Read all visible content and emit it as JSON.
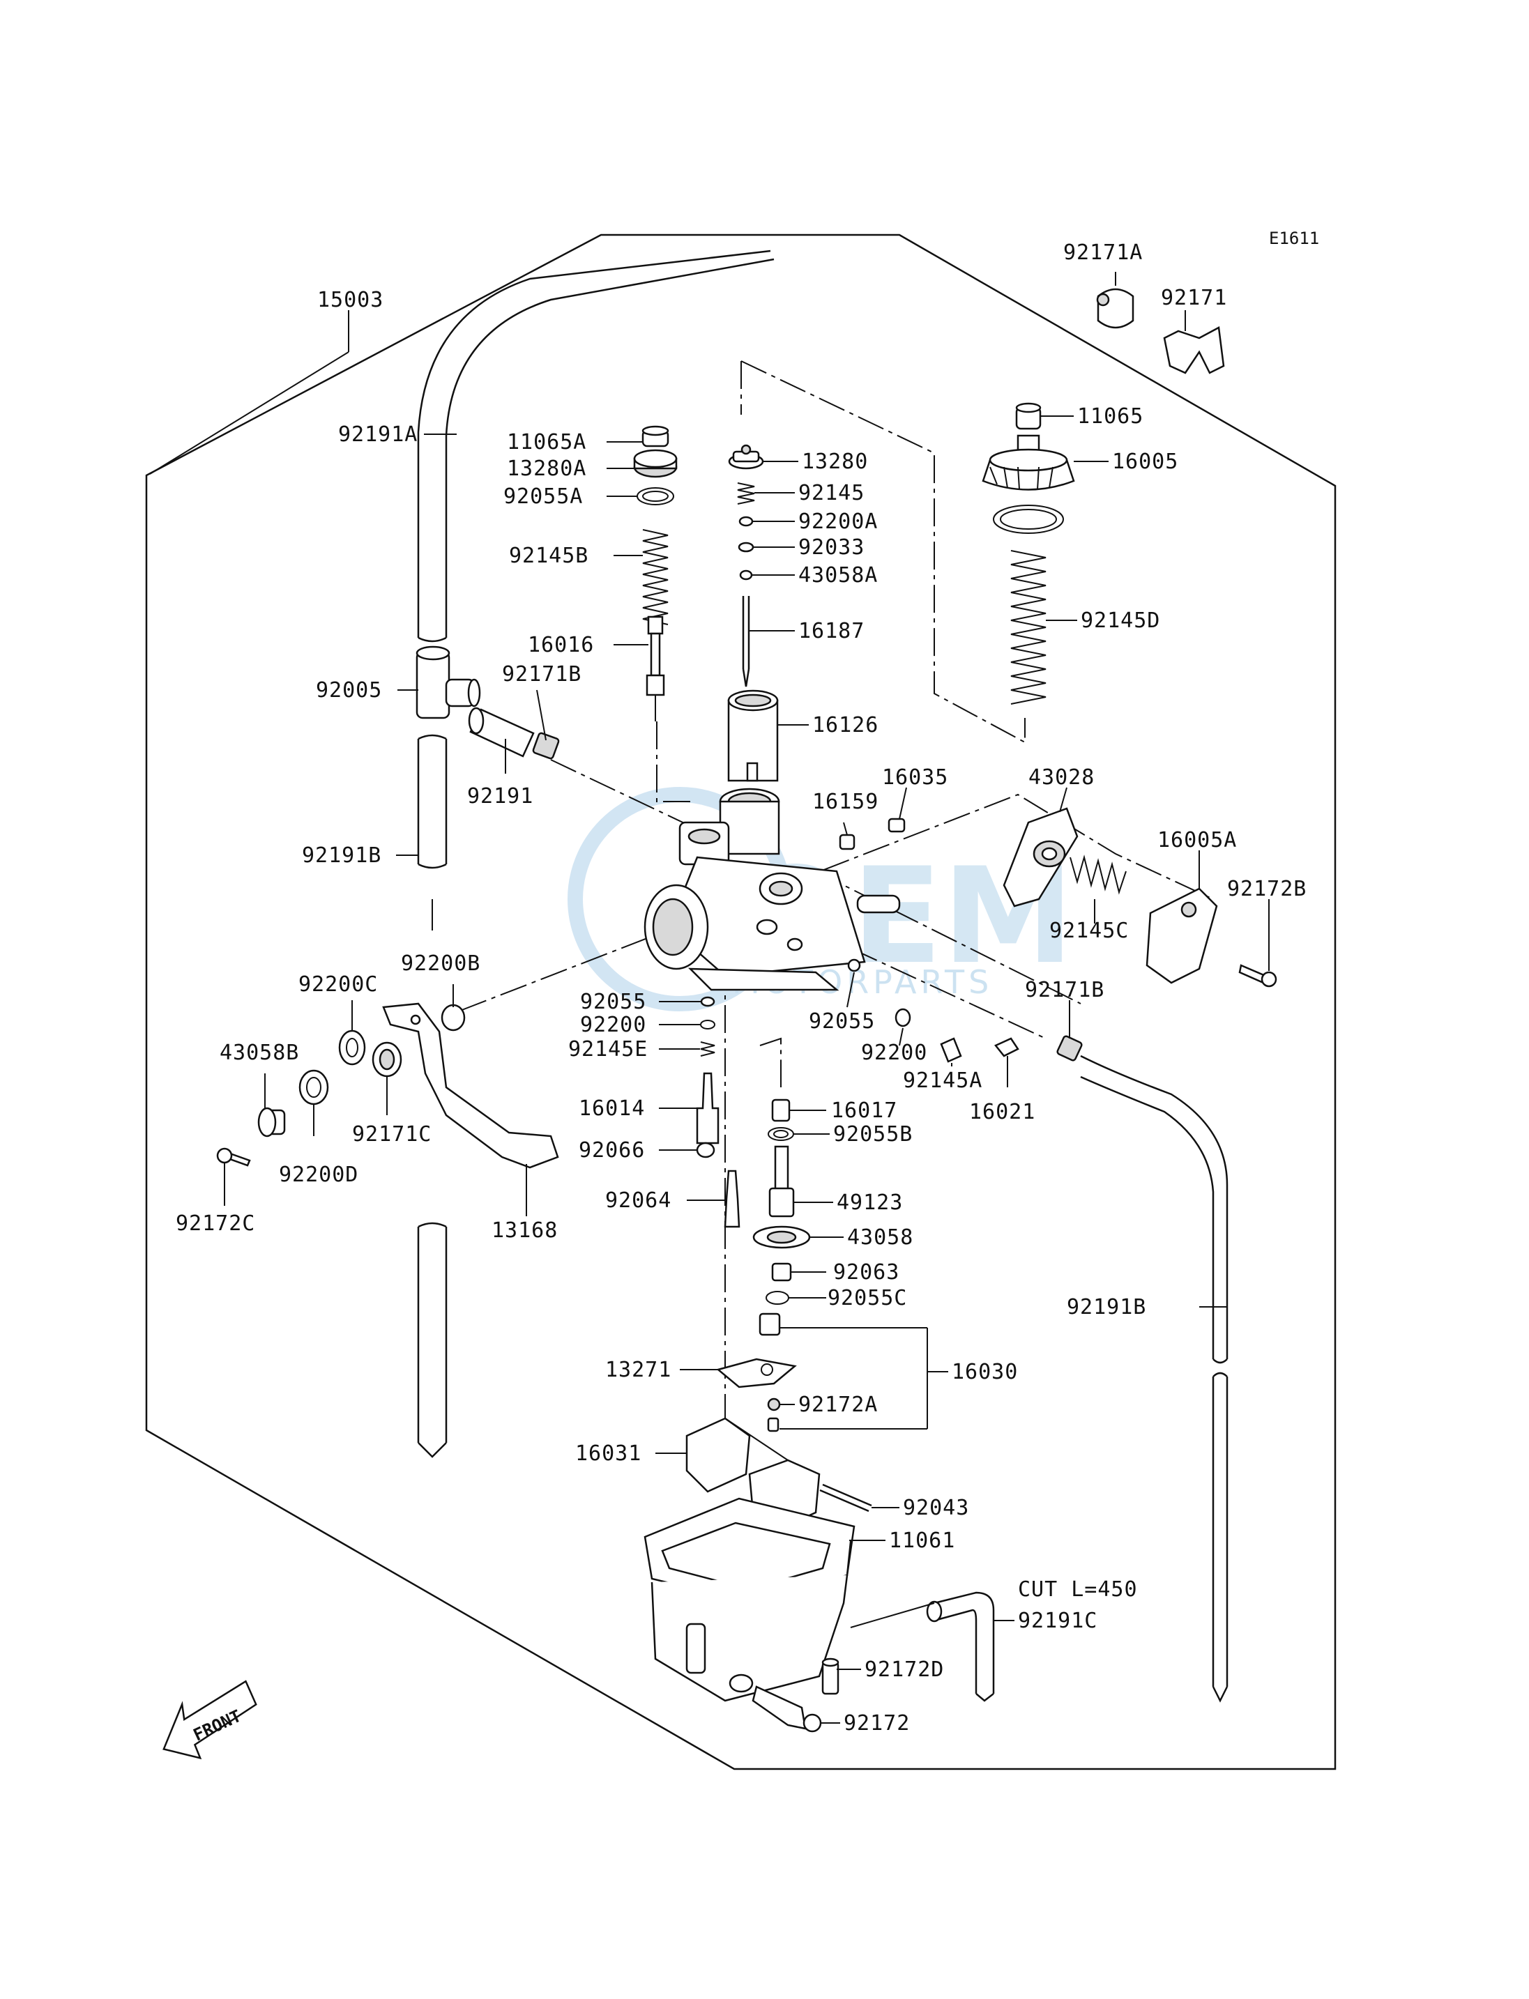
{
  "diagram_code": "E1611",
  "watermark": {
    "big": "OEM",
    "small": "MOTORPARTS",
    "color": "#c7dff0"
  },
  "front_label": "FRONT",
  "cut_note": "CUT L=450",
  "labels": {
    "p15003": "15003",
    "p92191A": "92191A",
    "p11065A": "11065A",
    "p13280A": "13280A",
    "p92055A": "92055A",
    "p92145B": "92145B",
    "p16016": "16016",
    "p92171B": "92171B",
    "p92005": "92005",
    "p92191": "92191",
    "p92191B_left": "92191B",
    "p92200B": "92200B",
    "p92200C": "92200C",
    "p43058B": "43058B",
    "p92172C": "92172C",
    "p92200D": "92200D",
    "p92171C": "92171C",
    "p13168": "13168",
    "p92171A": "92171A",
    "p92171": "92171",
    "p11065": "11065",
    "p16005": "16005",
    "p13280": "13280",
    "p92145": "92145",
    "p92200A": "92200A",
    "p92033": "92033",
    "p43058A": "43058A",
    "p16187": "16187",
    "p92145D": "92145D",
    "p16126": "16126",
    "p16035": "16035",
    "p16159": "16159",
    "p43028": "43028",
    "p16005A": "16005A",
    "p92172B": "92172B",
    "p92145C": "92145C",
    "p92171B_right": "92171B",
    "p92055_left": "92055",
    "p92200_left": "92200",
    "p92145E": "92145E",
    "p16014": "16014",
    "p92066": "92066",
    "p92064": "92064",
    "p92055_right": "92055",
    "p92200_right": "92200",
    "p92145A": "92145A",
    "p16021": "16021",
    "p16017": "16017",
    "p92055B": "92055B",
    "p49123": "49123",
    "p43058": "43058",
    "p92063": "92063",
    "p92055C": "92055C",
    "p13271": "13271",
    "p16030": "16030",
    "p92172A": "92172A",
    "p16031": "16031",
    "p92043": "92043",
    "p11061": "11061",
    "p92191C": "92191C",
    "p92172D": "92172D",
    "p92172": "92172",
    "p92191B_right": "92191B"
  }
}
